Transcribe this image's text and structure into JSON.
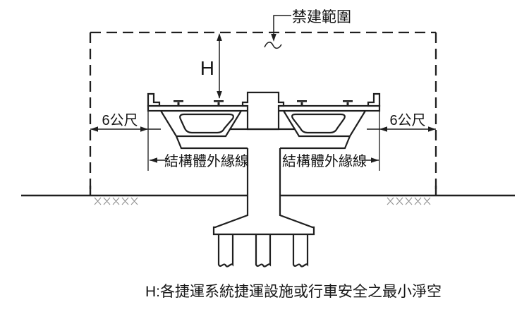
{
  "labels": {
    "restricted_zone": "禁建範圍",
    "h_symbol": "H",
    "dim_left": "6公尺",
    "dim_right": "6公尺",
    "edge_left": "結構體外緣線",
    "edge_right": "結構體外緣線",
    "caption": "H:各捷運系統捷運設施或行車安全之最小淨空"
  },
  "colors": {
    "line": "#1f1f1f",
    "hatch": "#8f8f8f",
    "background": "#ffffff",
    "text": "#161616"
  }
}
